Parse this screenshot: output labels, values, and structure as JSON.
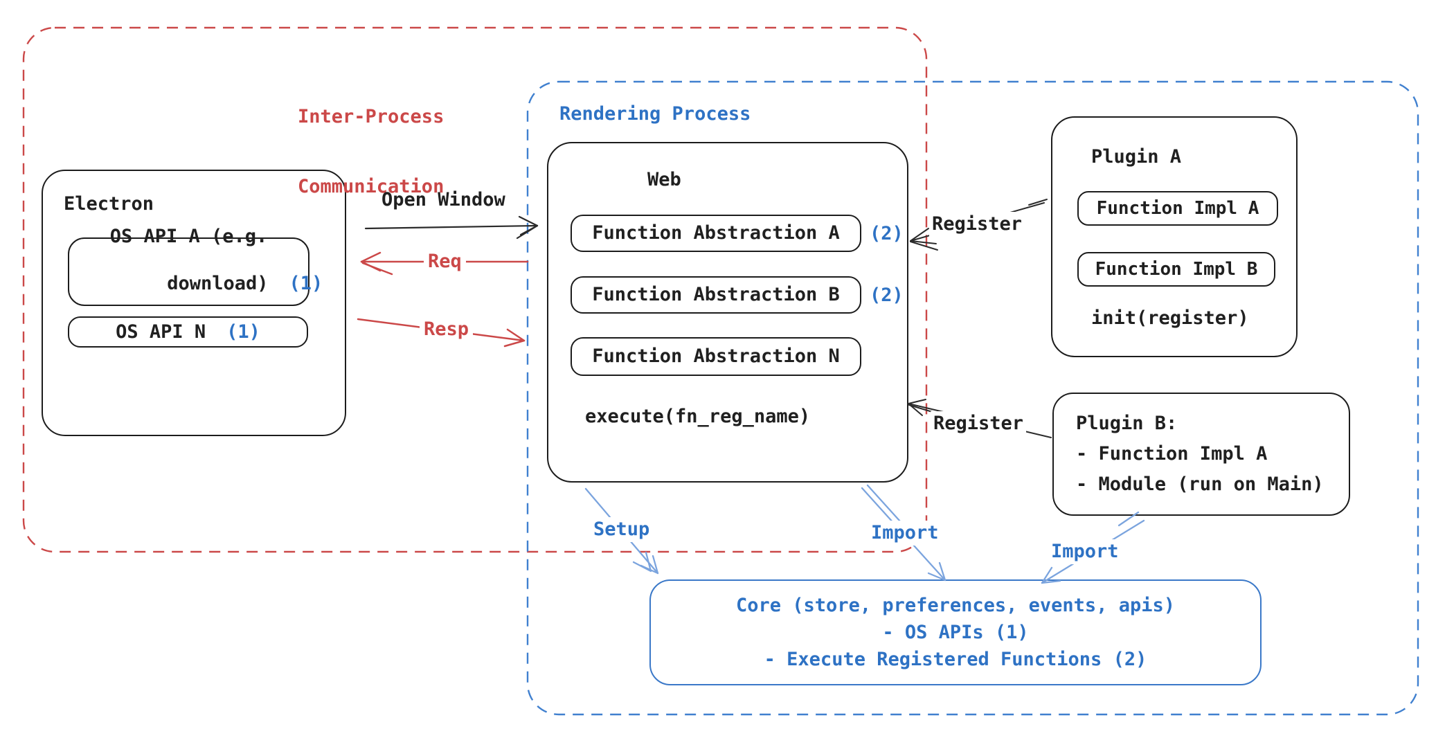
{
  "colors": {
    "red_accent": "#cb4848",
    "blue_accent": "#2e72c4",
    "blue_soft": "#7ba4de",
    "ink": "#222222"
  },
  "regions": {
    "ipc": {
      "line1": "Inter-Process",
      "line2": "Communication"
    },
    "rendering": {
      "label": "Rendering Process"
    }
  },
  "electron": {
    "title": "Electron",
    "api_a": {
      "line1": "OS API A (e.g.",
      "line2": "download)",
      "badge": "(1)"
    },
    "api_n": {
      "label": "OS API N",
      "badge": "(1)"
    }
  },
  "web": {
    "title": "Web",
    "fn_a": {
      "label": "Function Abstraction A",
      "badge": "(2)"
    },
    "fn_b": {
      "label": "Function Abstraction B",
      "badge": "(2)"
    },
    "fn_n": {
      "label": "Function Abstraction N"
    },
    "execute": "execute(fn_reg_name)"
  },
  "plugin_a": {
    "title": "Plugin A",
    "impl_a": "Function Impl A",
    "impl_b": "Function Impl B",
    "init": "init(register)"
  },
  "plugin_b": {
    "title": "Plugin B:",
    "item_1": "- Function Impl A",
    "item_2": "- Module (run on Main)"
  },
  "core": {
    "line1": "Core (store, preferences, events, apis)",
    "line2": "- OS APIs (1)",
    "line3": "- Execute Registered Functions (2)"
  },
  "labels": {
    "open_window": "Open Window",
    "req": "Req",
    "resp": "Resp",
    "register_top": "Register",
    "register_bottom": "Register",
    "setup": "Setup",
    "import_mid": "Import",
    "import_right": "Import"
  }
}
